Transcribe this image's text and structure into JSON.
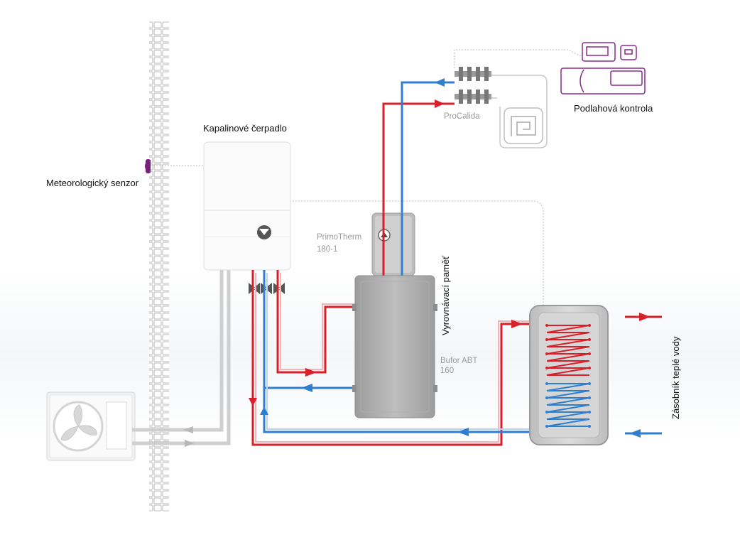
{
  "labels": {
    "heat_pump": "Kapalinové čerpadlo",
    "weather_sensor": "Meteorologický senzor",
    "floor_control": "Podlahová kontrola",
    "manifold": "ProCalida",
    "module_name": "PrimoTherm",
    "module_model": "180-1",
    "buffer_title": "Vyrovnávací paměť",
    "buffer_name": "Bufor ABT",
    "buffer_model": "160",
    "water_tank": "Zásobník teplé vody"
  },
  "colors": {
    "supply": "#d8202a",
    "return": "#2f7fd1",
    "outdoor_pipe": "#cfcfcf",
    "control": "#8b2a8e",
    "sensor": "#7a1f7d",
    "tank": "#c9c9c9"
  }
}
